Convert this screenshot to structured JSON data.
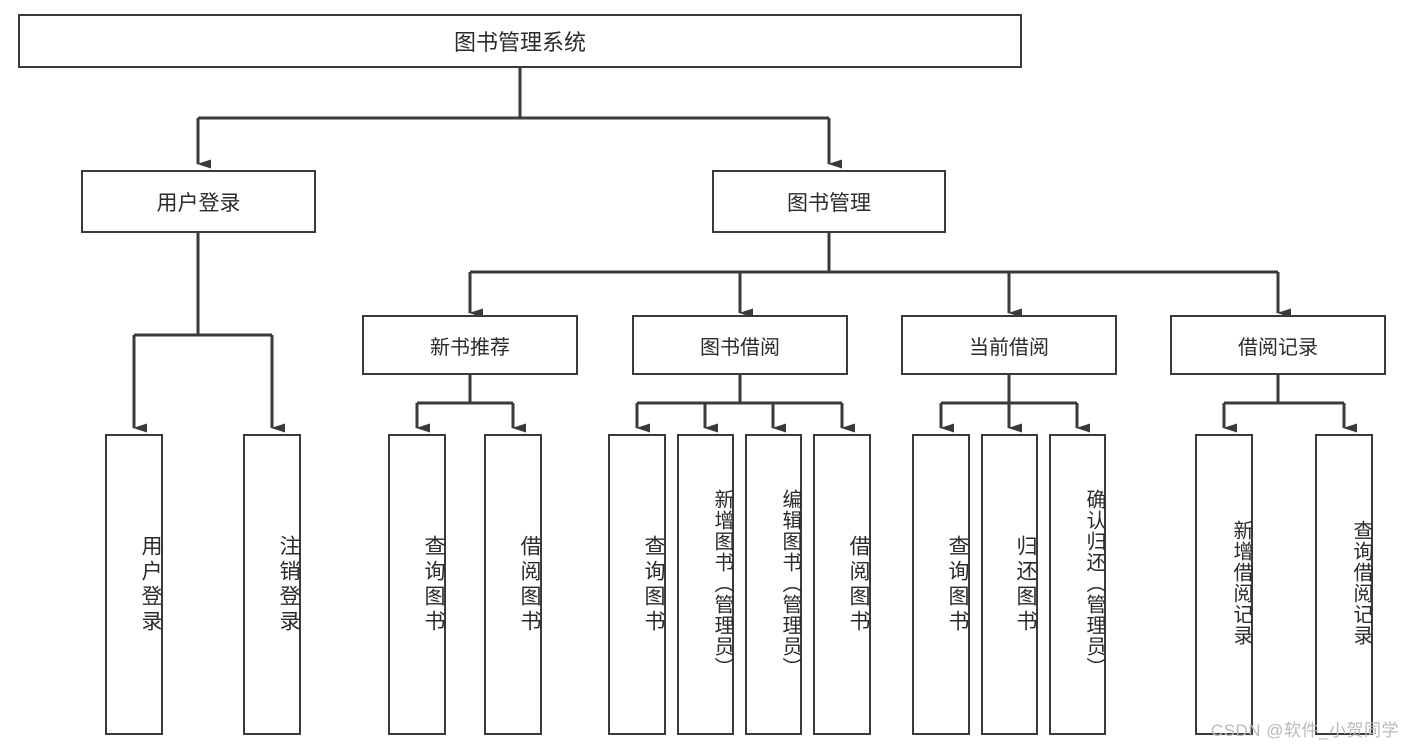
{
  "diagram": {
    "title": "图书管理系统",
    "type": "tree-hierarchy",
    "root": {
      "id": "root",
      "label": "图书管理系统"
    },
    "level2": [
      {
        "id": "user-login",
        "label": "用户登录"
      },
      {
        "id": "book-manage",
        "label": "图书管理"
      }
    ],
    "level3": [
      {
        "id": "new-book-rec",
        "label": "新书推荐",
        "parent": "book-manage"
      },
      {
        "id": "book-borrow",
        "label": "图书借阅",
        "parent": "book-manage"
      },
      {
        "id": "current-borrow",
        "label": "当前借阅",
        "parent": "book-manage"
      },
      {
        "id": "borrow-record",
        "label": "借阅记录",
        "parent": "book-manage"
      }
    ],
    "leaves": [
      {
        "id": "leaf-user-login",
        "label": "用户登录",
        "parent": "user-login"
      },
      {
        "id": "leaf-logout",
        "label": "注销登录",
        "parent": "user-login"
      },
      {
        "id": "leaf-query-book-1",
        "label": "查询图书",
        "parent": "new-book-rec"
      },
      {
        "id": "leaf-borrow-book-1",
        "label": "借阅图书",
        "parent": "new-book-rec"
      },
      {
        "id": "leaf-query-book-2",
        "label": "查询图书",
        "parent": "book-borrow"
      },
      {
        "id": "leaf-add-book",
        "label": "新增图书（管理员）",
        "parent": "book-borrow"
      },
      {
        "id": "leaf-edit-book",
        "label": "编辑图书（管理员）",
        "parent": "book-borrow"
      },
      {
        "id": "leaf-borrow-book-2",
        "label": "借阅图书",
        "parent": "book-borrow"
      },
      {
        "id": "leaf-query-book-3",
        "label": "查询图书",
        "parent": "current-borrow"
      },
      {
        "id": "leaf-return-book",
        "label": "归还图书",
        "parent": "current-borrow"
      },
      {
        "id": "leaf-confirm-return",
        "label": "确认归还（管理员）",
        "parent": "current-borrow"
      },
      {
        "id": "leaf-add-record",
        "label": "新增借阅记录",
        "parent": "borrow-record"
      },
      {
        "id": "leaf-query-record",
        "label": "查询借阅记录",
        "parent": "borrow-record"
      }
    ],
    "watermark": "CSDN @软件_小贺同学",
    "colors": {
      "stroke": "#3a3a3a",
      "text": "#2b2b2b",
      "background": "#ffffff",
      "watermark": "#b9b9b9"
    }
  }
}
